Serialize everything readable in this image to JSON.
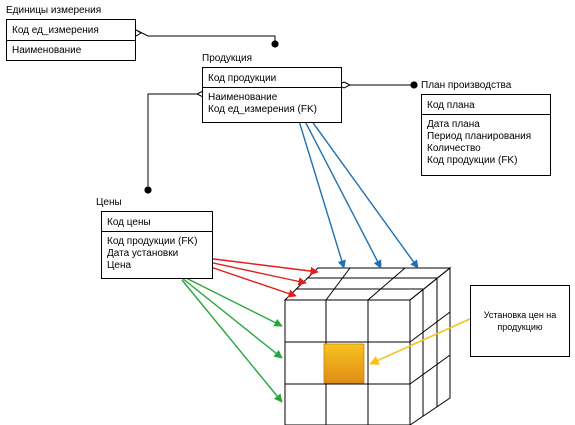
{
  "entities": {
    "units": {
      "title": "Единицы измерения",
      "key": "Код ед_измерения",
      "attributes": [
        "Наименование"
      ]
    },
    "products": {
      "title": "Продукция",
      "key": "Код продукции",
      "attributes": [
        "Наименование",
        "Код ед_измерения (FK)"
      ]
    },
    "plan": {
      "title": "План производства",
      "key": "Код плана",
      "attributes": [
        "Дата плана",
        "Период планирования",
        "Количество",
        "Код продукции (FK)"
      ]
    },
    "prices": {
      "title": "Цены",
      "key": "Код цены",
      "attributes": [
        "Код продукции (FK)",
        "Дата установки",
        "Цена"
      ]
    }
  },
  "callout": {
    "text": "Установка цен на продукцию"
  },
  "colors": {
    "line": "#000000",
    "blue_arrow": "#1f6fb2",
    "red_arrow": "#e31d1d",
    "green_arrow": "#24a63a",
    "highlight_cell_top": "#f7c21f",
    "highlight_cell_bottom": "#df8d16",
    "callout_arrow": "#f7c21f"
  }
}
